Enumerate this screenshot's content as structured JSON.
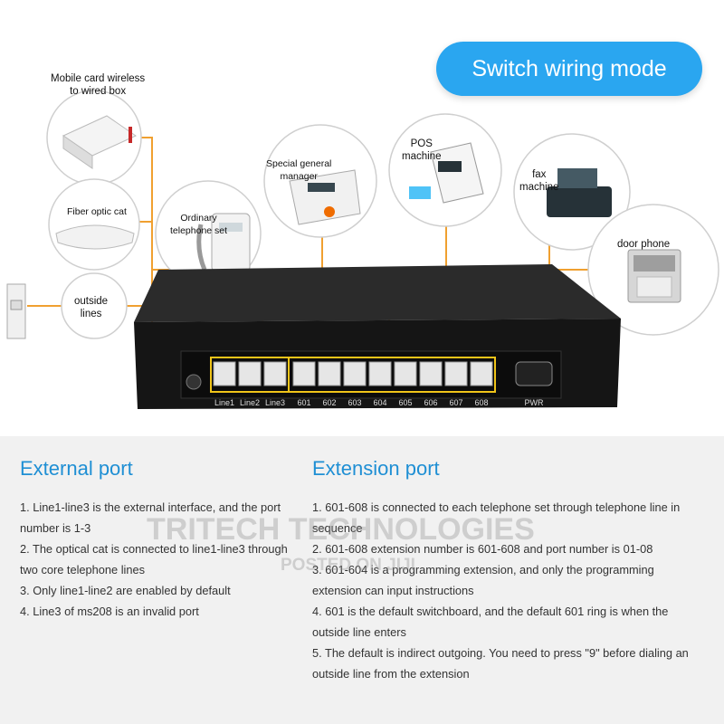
{
  "header": {
    "title": "Switch wiring mode"
  },
  "devices": {
    "mobile_card": "Mobile card wireless\nto wired box",
    "fiber_cat": "Fiber optic cat",
    "ordinary_phone": "Ordinary\ntelephone set",
    "special_manager": "Special general\nmanager",
    "pos": "POS\nmachine",
    "fax": "fax\nmachine",
    "door_phone": "door phone",
    "outside_lines": "outside\nlines"
  },
  "ports": {
    "labels": [
      "Line1",
      "Line2",
      "Line3",
      "601",
      "602",
      "603",
      "604",
      "605",
      "606",
      "607",
      "608"
    ],
    "power": "PWR"
  },
  "external": {
    "title": "External port",
    "items": [
      "1. Line1-line3 is the external interface, and the port number is 1-3",
      "2. The optical cat is connected to line1-line3 through two core telephone lines",
      "3. Only line1-line2 are enabled by default",
      "4. Line3 of ms208 is an invalid port"
    ]
  },
  "extension": {
    "title": "Extension port",
    "items": [
      "1. 601-608 is connected to each telephone set through telephone line in sequence",
      "2. 601-608 extension number is 601-608 and port number is 01-08",
      "3. 601-604 is a programming extension, and only the programming extension can input instructions",
      "4. 601 is the default switchboard, and the default 601 ring is when the outside line enters",
      "5. The default is indirect outgoing. You need to press \"9\" before dialing an outside line from the extension"
    ]
  },
  "watermark": {
    "line1": "TRITECH TECHNOLOGIES",
    "line2": "POSTED ON JIJI"
  },
  "colors": {
    "accent": "#2aa6f0",
    "wire": "#f0a030",
    "heading": "#1f8fd4"
  }
}
